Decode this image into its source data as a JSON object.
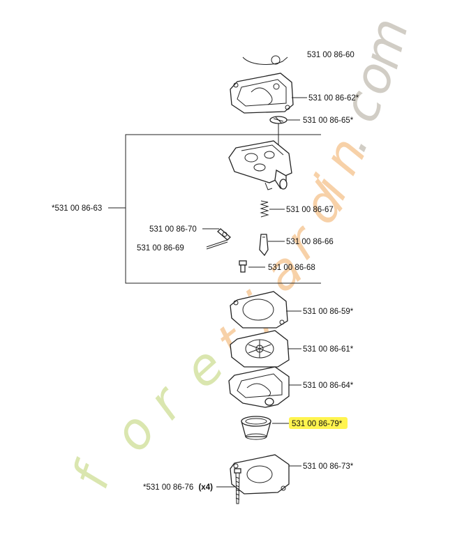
{
  "diagram": {
    "watermark": {
      "letters": [
        "f",
        "o",
        "r",
        "e",
        "t",
        "j",
        "a",
        "r",
        "d",
        "i",
        "n",
        ".",
        "c",
        "o",
        "m"
      ],
      "colors": {
        "green": "#d4e2a2",
        "orange": "#f6c99a",
        "grey": "#c9c5bb"
      }
    },
    "highlight_color": "#fff44f",
    "parts": {
      "top_partial": "531 00 86-60",
      "p62": "531 00 86-62*",
      "p65": "531 00 86-65*",
      "p63": "*531 00 86-63",
      "p67": "531 00 86-67",
      "p70": "531 00 86-70",
      "p69": "531 00 86-69",
      "p66": "531 00 86-66",
      "p68": "531 00 86-68",
      "p59": "531 00 86-59*",
      "p61": "531 00 86-61*",
      "p64": "531 00 86-64*",
      "p79": "531 00 86-79*",
      "p73": "531 00 86-73*",
      "p76": "*531 00 86-76",
      "p76_qty": "(x4)"
    }
  }
}
